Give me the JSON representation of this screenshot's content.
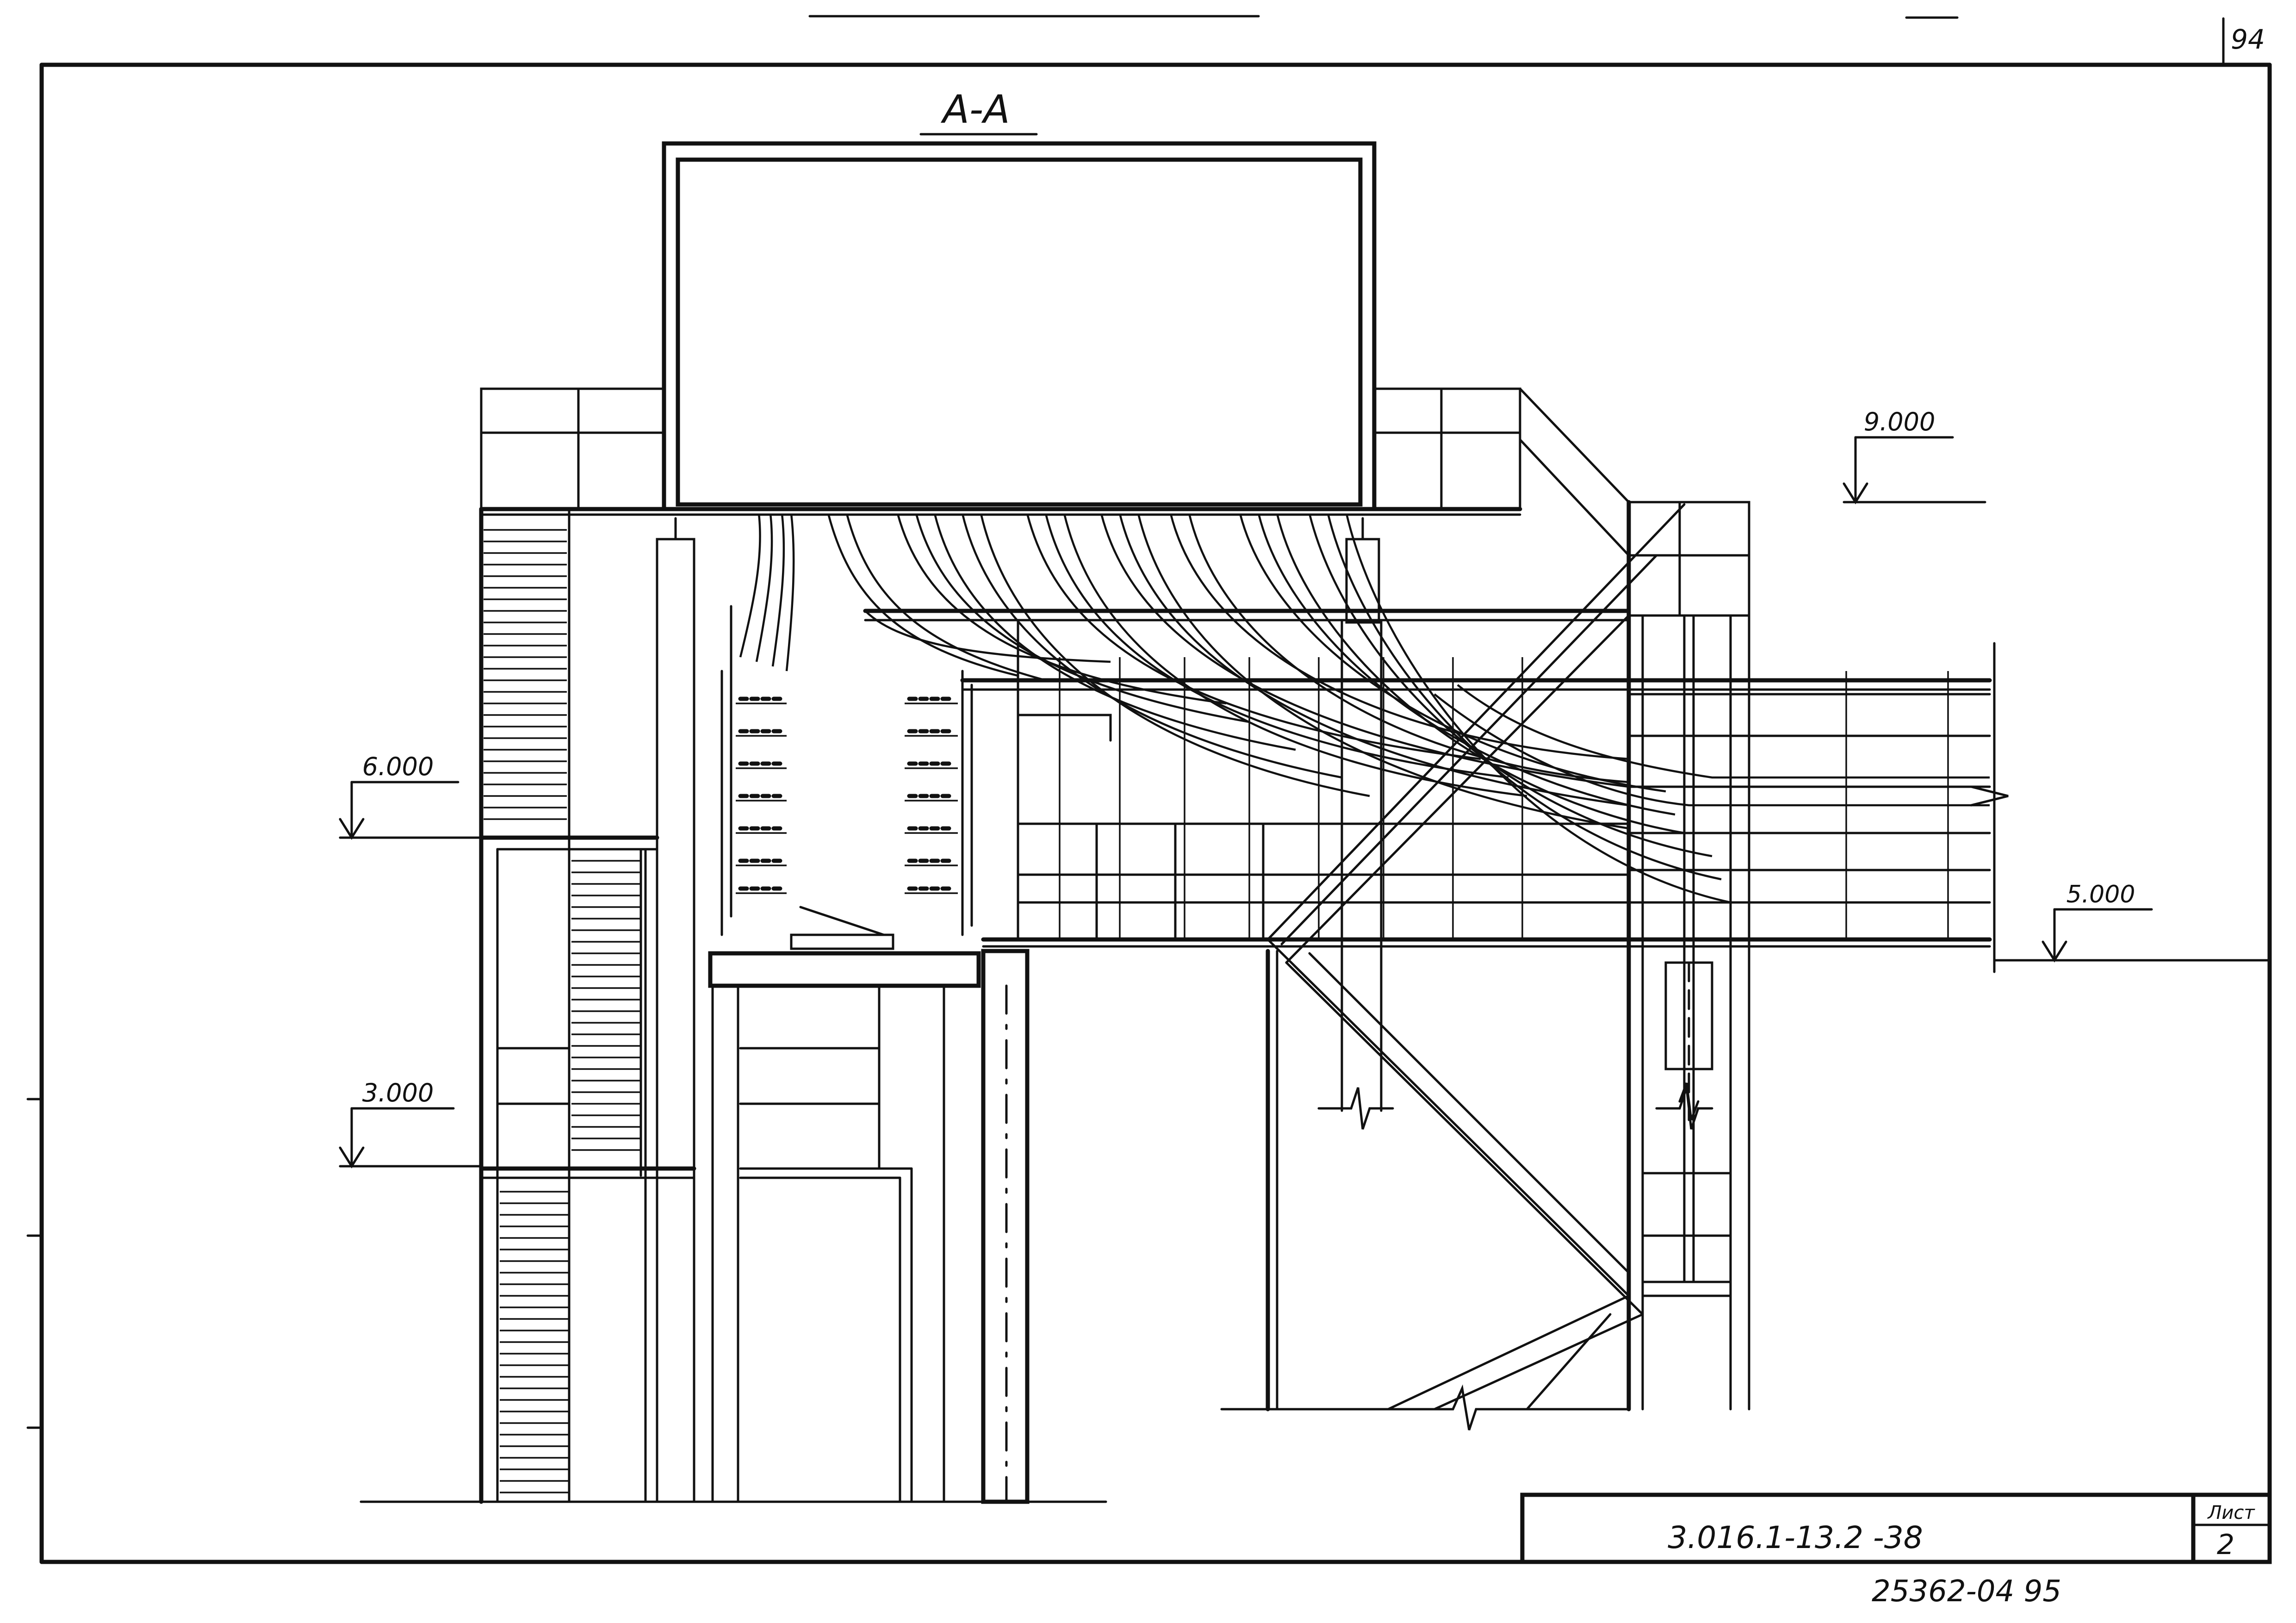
{
  "page_number": "94",
  "section_label": "А-А",
  "elevations": {
    "upper_right": "9.000",
    "left_mid": "6.000",
    "right_mid": "5.000",
    "left_low": "3.000"
  },
  "title_block": {
    "designation": "3.016.1-13.2 -38",
    "sheet_label": "Лист",
    "sheet_number": "2"
  },
  "inventory_number": "25362-04 95"
}
